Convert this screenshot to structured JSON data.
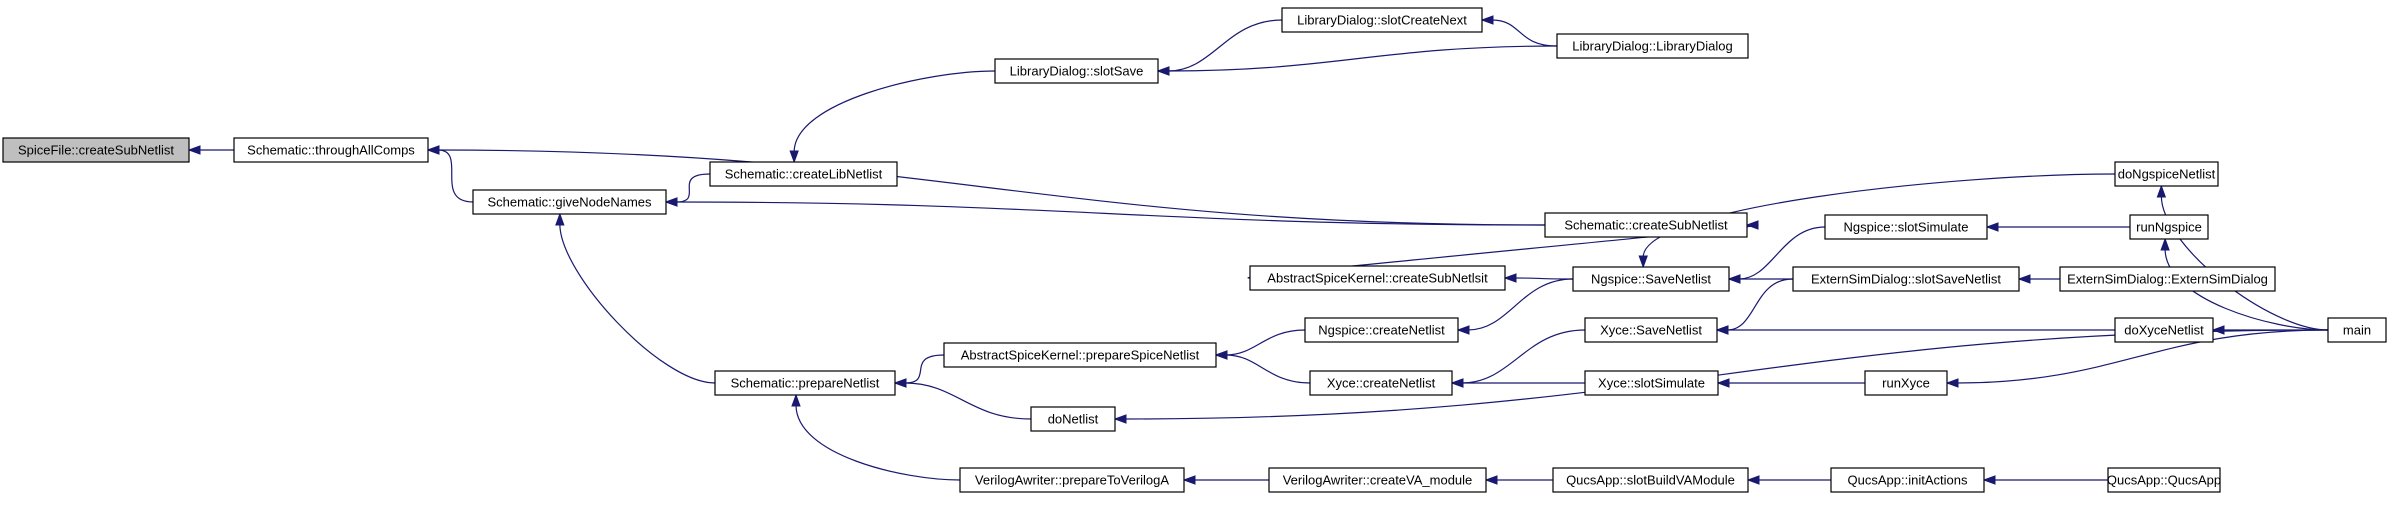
{
  "nodes": [
    {
      "id": "n0",
      "label": "SpiceFile::createSubNetlist",
      "root": true
    },
    {
      "id": "n1",
      "label": "Schematic::throughAllComps"
    },
    {
      "id": "n2",
      "label": "Schematic::giveNodeNames"
    },
    {
      "id": "n3",
      "label": "Schematic::createLibNetlist"
    },
    {
      "id": "n4",
      "label": "LibraryDialog::slotSave"
    },
    {
      "id": "n5",
      "label": "LibraryDialog::slotCreateNext"
    },
    {
      "id": "n6",
      "label": "LibraryDialog::LibraryDialog"
    },
    {
      "id": "n7",
      "label": "Schematic::createSubNetlist"
    },
    {
      "id": "n8",
      "label": "AbstractSpiceKernel::createSubNetlsit"
    },
    {
      "id": "n9",
      "label": "Schematic::prepareNetlist"
    },
    {
      "id": "n10",
      "label": "AbstractSpiceKernel::prepareSpiceNetlist"
    },
    {
      "id": "n11",
      "label": "Ngspice::createNetlist"
    },
    {
      "id": "n12",
      "label": "Xyce::createNetlist"
    },
    {
      "id": "n13",
      "label": "doNetlist"
    },
    {
      "id": "n14",
      "label": "VerilogAwriter::prepareToVerilogA"
    },
    {
      "id": "n15",
      "label": "VerilogAwriter::createVA_module"
    },
    {
      "id": "n16",
      "label": "Ngspice::SaveNetlist"
    },
    {
      "id": "n17",
      "label": "Xyce::SaveNetlist"
    },
    {
      "id": "n18",
      "label": "Xyce::slotSimulate"
    },
    {
      "id": "n19",
      "label": "QucsApp::slotBuildVAModule"
    },
    {
      "id": "n20",
      "label": "Ngspice::slotSimulate"
    },
    {
      "id": "n21",
      "label": "ExternSimDialog::slotSaveNetlist"
    },
    {
      "id": "n22",
      "label": "runXyce"
    },
    {
      "id": "n23",
      "label": "QucsApp::initActions"
    },
    {
      "id": "n24",
      "label": "doNgspiceNetlist"
    },
    {
      "id": "n25",
      "label": "runNgspice"
    },
    {
      "id": "n26",
      "label": "ExternSimDialog::ExternSimDialog"
    },
    {
      "id": "n27",
      "label": "doXyceNetlist"
    },
    {
      "id": "n28",
      "label": "QucsApp::QucsApp"
    },
    {
      "id": "n29",
      "label": "main"
    }
  ],
  "edges": [
    {
      "from": "n1",
      "to": "n0"
    },
    {
      "from": "n2",
      "to": "n1"
    },
    {
      "from": "n7",
      "to": "n1"
    },
    {
      "from": "n3",
      "to": "n2"
    },
    {
      "from": "n7",
      "to": "n2"
    },
    {
      "from": "n9",
      "to": "n2"
    },
    {
      "from": "n4",
      "to": "n3"
    },
    {
      "from": "n5",
      "to": "n4"
    },
    {
      "from": "n6",
      "to": "n4"
    },
    {
      "from": "n6",
      "to": "n5"
    },
    {
      "from": "n8",
      "to": "n7"
    },
    {
      "from": "n10",
      "to": "n9"
    },
    {
      "from": "n13",
      "to": "n9"
    },
    {
      "from": "n14",
      "to": "n9"
    },
    {
      "from": "n11",
      "to": "n10"
    },
    {
      "from": "n12",
      "to": "n10"
    },
    {
      "from": "n16",
      "to": "n8"
    },
    {
      "from": "n16",
      "to": "n11"
    },
    {
      "from": "n17",
      "to": "n12"
    },
    {
      "from": "n18",
      "to": "n12"
    },
    {
      "from": "n15",
      "to": "n14"
    },
    {
      "from": "n19",
      "to": "n15"
    },
    {
      "from": "n20",
      "to": "n16"
    },
    {
      "from": "n21",
      "to": "n16"
    },
    {
      "from": "n24",
      "to": "n16"
    },
    {
      "from": "n21",
      "to": "n17"
    },
    {
      "from": "n27",
      "to": "n17"
    },
    {
      "from": "n22",
      "to": "n18"
    },
    {
      "from": "n25",
      "to": "n20"
    },
    {
      "from": "n26",
      "to": "n21"
    },
    {
      "from": "n23",
      "to": "n19"
    },
    {
      "from": "n28",
      "to": "n23"
    },
    {
      "from": "n29",
      "to": "n24"
    },
    {
      "from": "n29",
      "to": "n25"
    },
    {
      "from": "n29",
      "to": "n27"
    },
    {
      "from": "n29",
      "to": "n22"
    },
    {
      "from": "n29",
      "to": "n13"
    }
  ],
  "colors": {
    "edge": "#191970",
    "root_fill": "#bfbfbf",
    "node_fill": "#ffffff",
    "node_stroke": "#000000"
  }
}
